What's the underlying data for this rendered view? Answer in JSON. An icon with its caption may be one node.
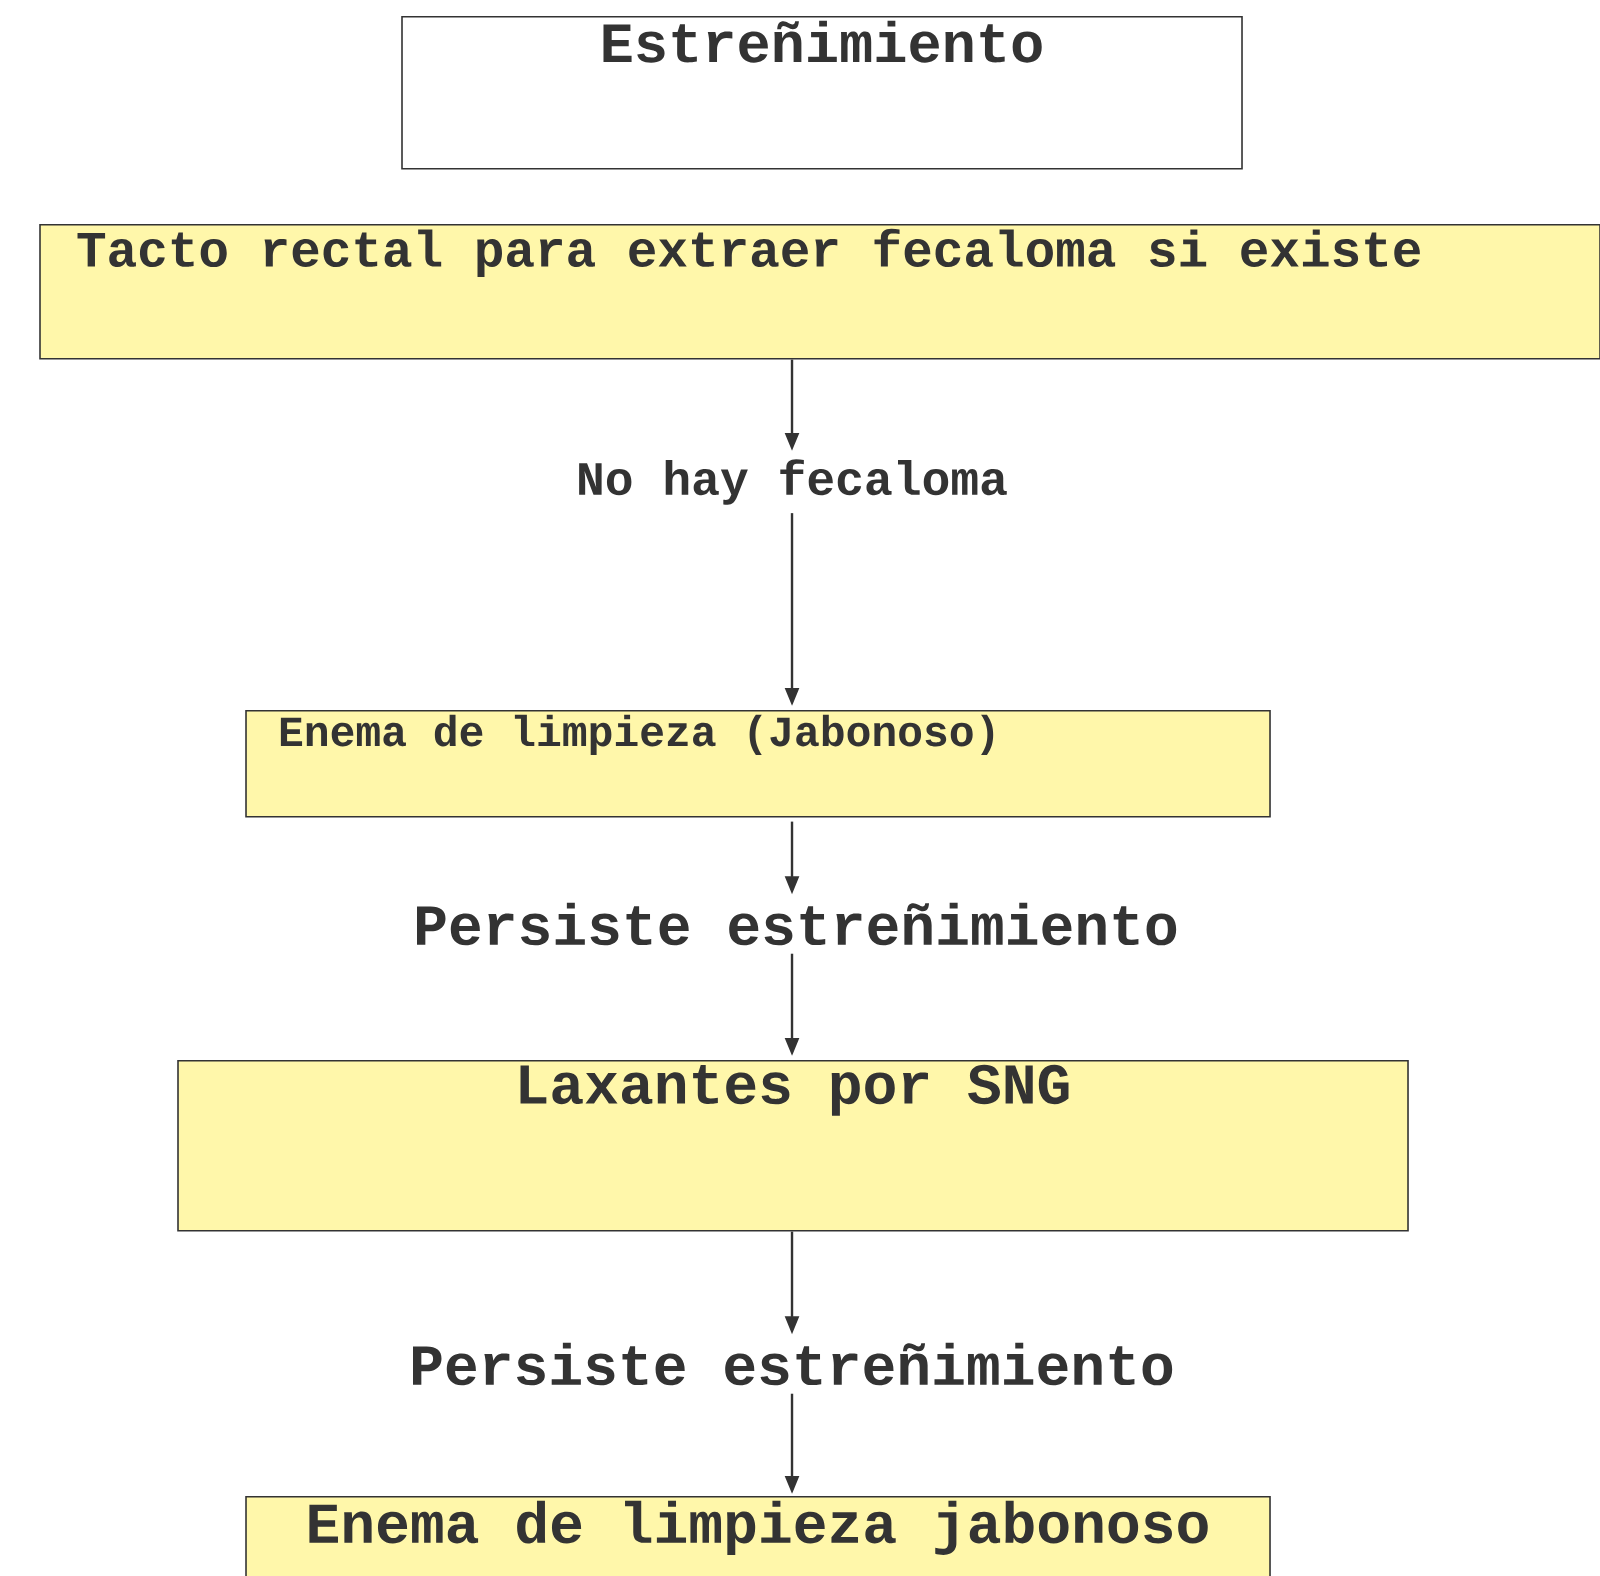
{
  "diagram": {
    "nodes": [
      {
        "text": [
          "Estreñimiento"
        ]
      },
      {
        "text": [
          "Tacto rectal para extraer  fecaloma si existe"
        ]
      },
      {
        "text": [
          "No hay fecaloma"
        ]
      },
      {
        "text": [
          "Enema de limpieza (Jabonoso)"
        ]
      },
      {
        "text": [
          "Persiste estreñimiento"
        ]
      },
      {
        "text": [
          "Laxantes por SNG"
        ]
      },
      {
        "text": [
          "Persiste estreñimiento"
        ]
      },
      {
        "text": [
          "Enema de limpieza jabonoso"
        ]
      }
    ],
    "edges": [
      {
        "from": 1,
        "to": 2,
        "arrow": "to"
      },
      {
        "from": 2,
        "to": 3,
        "arrow": "to"
      },
      {
        "from": 3,
        "to": 4,
        "arrow": "to"
      },
      {
        "from": 4,
        "to": 5,
        "arrow": "to"
      },
      {
        "from": 5,
        "to": 6,
        "arrow": "to"
      },
      {
        "from": 6,
        "to": 7,
        "arrow": "to"
      }
    ]
  }
}
